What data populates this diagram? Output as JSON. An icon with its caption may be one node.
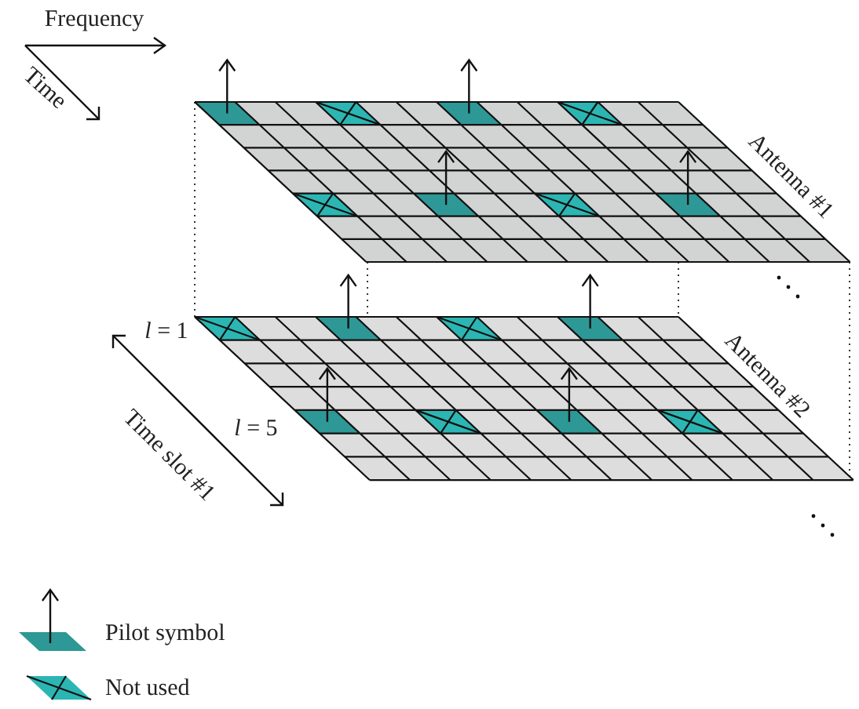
{
  "diagram": {
    "nodes": [
      {
        "text": [],
        "shape": "grid",
        "beside": [
          "Antenna #1"
        ]
      },
      {
        "text": [],
        "shape": "grid",
        "beside": [
          "Antenna #2"
        ]
      }
    ],
    "labels": [
      "Frequency",
      "Time",
      "*l* = 1",
      "*l* = 5",
      "Time slot #1"
    ],
    "legend": [
      {
        "text": "Pilot symbol"
      },
      {
        "text": "Not used"
      }
    ]
  }
}
